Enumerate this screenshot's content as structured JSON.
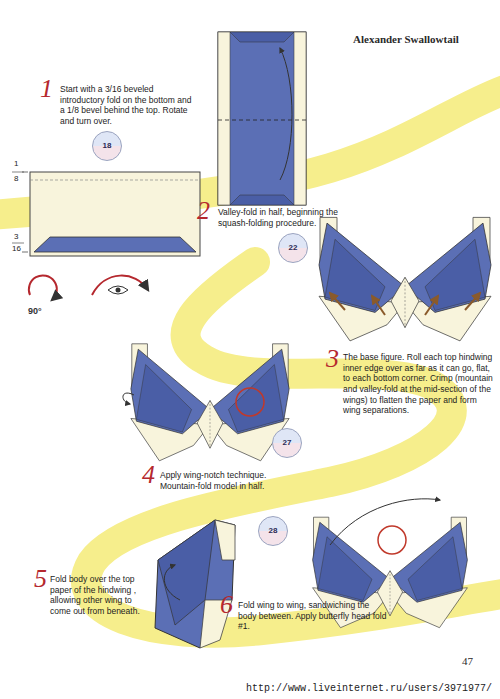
{
  "diagram": {
    "title": "Alexander Swallowtail",
    "nodes": [
      {
        "text": [
          "18"
        ]
      },
      {
        "text": [
          "22"
        ]
      },
      {
        "text": [
          "27"
        ]
      },
      {
        "text": [
          "28"
        ]
      }
    ],
    "labels": [
      "1",
      "Start with a 3/16 beveled introductory fold on the bottom and a 1/8 bevel behind the top. Rotate and turn over.",
      "1",
      "8",
      "3",
      "16",
      "90°",
      "2",
      "Valley-fold in half, beginning the squash-folding procedure.",
      "3",
      "The base figure. Roll each top hindwing inner edge over as far as it can go, flat, to each bottom corner. Crimp (mountain and valley-fold at the mid-section of the wings) to flatten the paper and form wing separations.",
      "4",
      "Apply wing-notch technique. Mountain-fold model in half.",
      "5",
      "Fold body over the top paper of the hindwing , allowing other wing to come out from beneath.",
      "6",
      "Fold wing to wing, sandwiching the body between. Apply butterfly head fold #1.",
      "47",
      "http://www.liveinternet.ru/users/3971977/"
    ]
  }
}
